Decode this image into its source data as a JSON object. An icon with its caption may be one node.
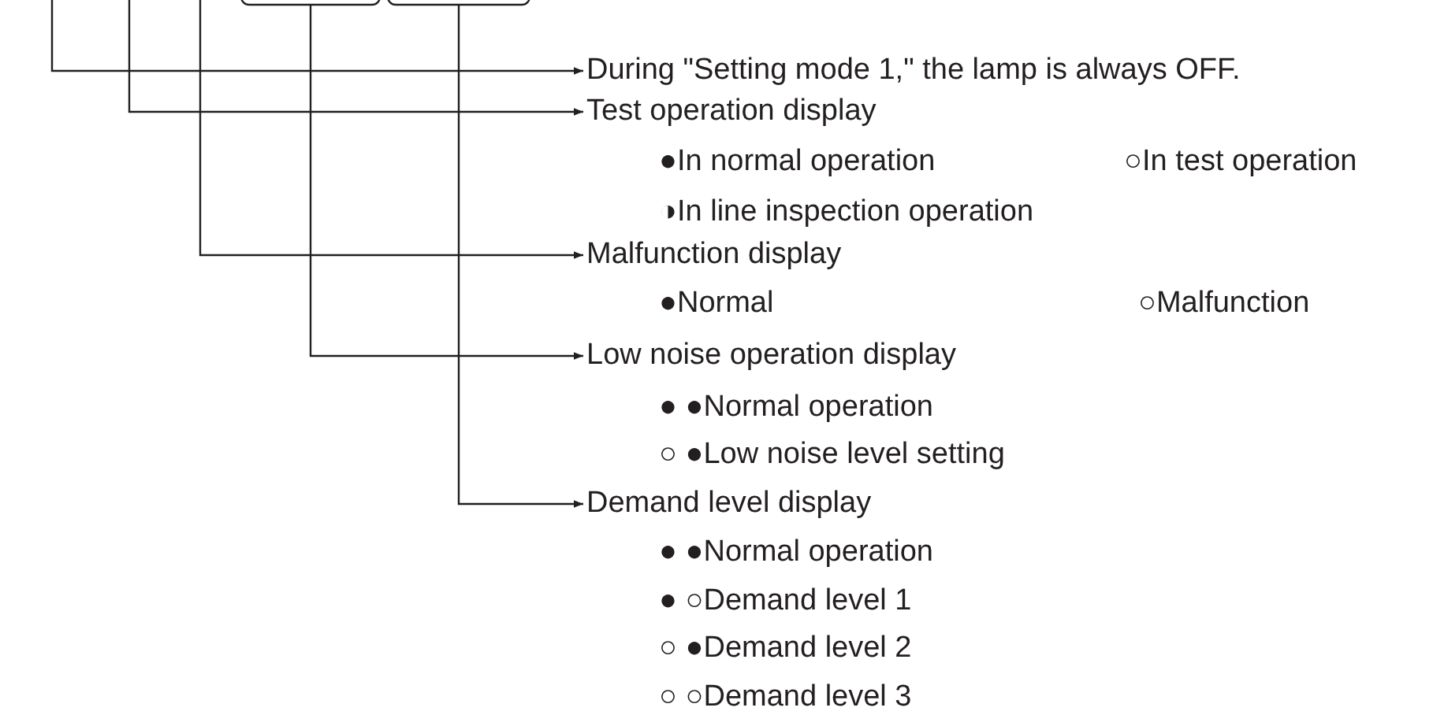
{
  "diagram": {
    "nodes": [
      {
        "text": [],
        "shape": "box"
      },
      {
        "text": [],
        "shape": "box"
      },
      {
        "text": [
          "During \"Setting mode 1,\" the lamp is always OFF."
        ]
      },
      {
        "text": [
          "Test operation display"
        ]
      },
      {
        "text": [
          "Malfunction display"
        ]
      },
      {
        "text": [
          "Low noise operation display"
        ]
      },
      {
        "text": [
          "Demand level display"
        ]
      }
    ],
    "edges": [
      {
        "from": null,
        "to": 2,
        "arrow": "to"
      },
      {
        "from": null,
        "to": 3,
        "arrow": "to"
      },
      {
        "from": null,
        "to": 4,
        "arrow": "to"
      },
      {
        "from": 0,
        "to": 5,
        "arrow": "to"
      },
      {
        "from": 1,
        "to": 6,
        "arrow": "to"
      }
    ],
    "labels": [
      "●In normal operation",
      "○In test operation",
      "◑In line inspection operation",
      "●Normal",
      "○Malfunction",
      "● ●Normal operation",
      "○ ●Low noise level setting",
      "● ●Normal operation",
      "● ○Demand level 1",
      "○ ●Demand level 2",
      "○ ○Demand level 3"
    ]
  }
}
